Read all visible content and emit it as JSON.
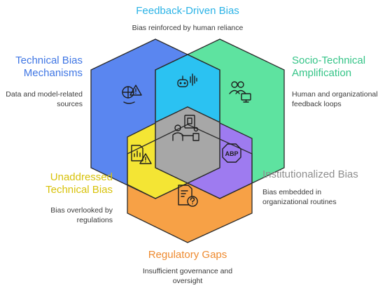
{
  "colors": {
    "feedback": "#2BB3E6",
    "technical": "#3F76E4",
    "socio": "#34C487",
    "institutional": "#8E8E8E",
    "unaddressed": "#D8C20A",
    "regulatory": "#EE8A2F",
    "hex_technical": "#5A86F0",
    "hex_socio": "#5EE3A0",
    "hex_regulatory": "#F7A146",
    "overlap_feedback": "#2BC2F2",
    "overlap_unaddressed": "#F4E534",
    "overlap_institutional": "#9E7BF0",
    "center": "#A7A7A7",
    "outline": "#2b2b2b"
  },
  "sections": {
    "feedback": {
      "title": "Feedback-Driven Bias",
      "desc": [
        "Bias reinforced by human reliance"
      ]
    },
    "technical": {
      "title": [
        "Technical Bias",
        "Mechanisms"
      ],
      "desc": [
        "Data and model-related",
        "sources"
      ]
    },
    "socio": {
      "title": [
        "Socio-Technical",
        "Amplification"
      ],
      "desc": [
        "Human and organizational",
        "feedback loops"
      ]
    },
    "institutional": {
      "title": "Institutionalized Bias",
      "desc": [
        "Bias embedded in",
        "organizational routines"
      ]
    },
    "unaddressed": {
      "title": [
        "Unaddressed",
        "Technical Bias"
      ],
      "desc": [
        "Bias overlooked by",
        "regulations"
      ]
    },
    "regulatory": {
      "title": "Regulatory Gaps",
      "desc": [
        "Insufficient governance and",
        "oversight"
      ]
    }
  },
  "icons": {
    "technical": "data-warning-icon",
    "socio": "people-monitor-icon",
    "feedback": "robot-voice-icon",
    "institutional": "adblock-icon",
    "unaddressed": "document-chart-warning-icon",
    "regulatory": "document-question-icon",
    "center": "presenter-board-icon"
  }
}
